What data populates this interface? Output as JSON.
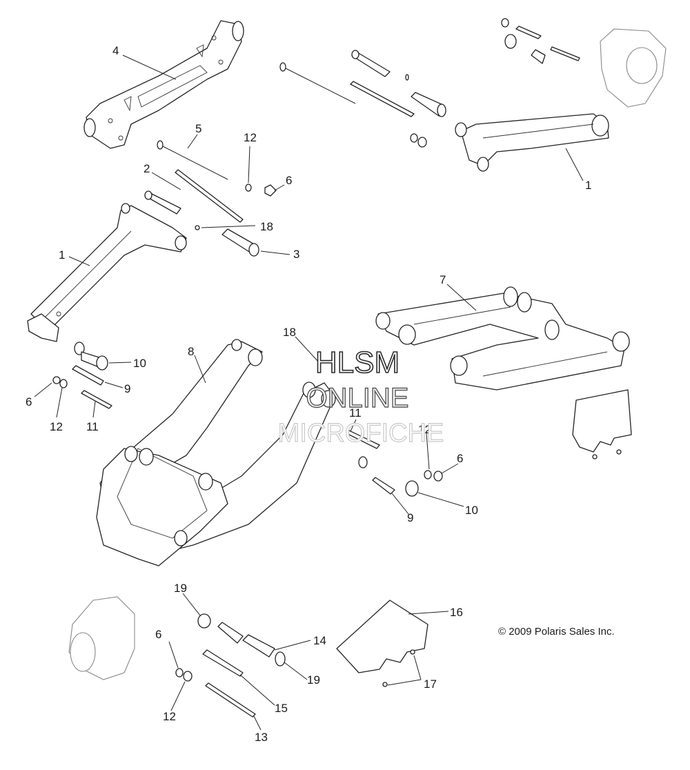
{
  "callouts": [
    "4",
    "5",
    "12",
    "2",
    "6",
    "18",
    "3",
    "1",
    "1",
    "7",
    "8",
    "18",
    "10",
    "9",
    "6",
    "12",
    "11",
    "11",
    "12",
    "6",
    "10",
    "9",
    "19",
    "16",
    "6",
    "14",
    "19",
    "17",
    "15",
    "12",
    "13"
  ],
  "copyright": "© 2009 Polaris Sales Inc.",
  "watermark": {
    "line1": "HLSM",
    "line2": "ONLINE",
    "line3": "MICROFICHE"
  },
  "colors": {
    "line": "#222222",
    "background": "#ffffff"
  }
}
